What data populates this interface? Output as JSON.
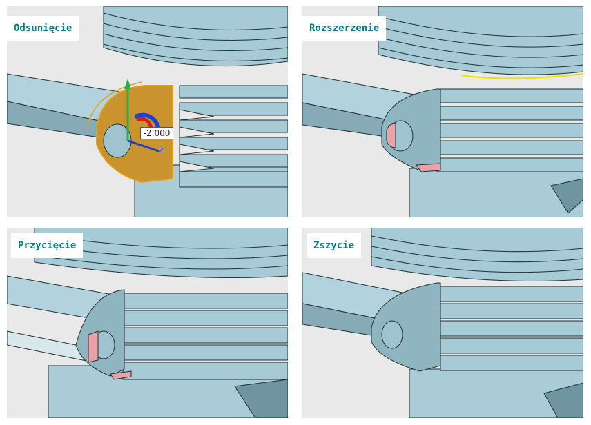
{
  "panels": [
    {
      "label": "Odsunięcie",
      "dimension_value": "-2.000",
      "axis_label": "Z"
    },
    {
      "label": "Rozszerzenie"
    },
    {
      "label": "Przycięcie"
    },
    {
      "label": "Zszycie"
    }
  ],
  "colors": {
    "part_face": "#9fc4d0",
    "part_light": "#b9d8e2",
    "part_dark": "#6f95a1",
    "edge": "#1f2f35",
    "background": "#e9e9e9",
    "selection": "#c9932e",
    "highlight": "#e9a3a8",
    "label_text": "#00808e"
  }
}
